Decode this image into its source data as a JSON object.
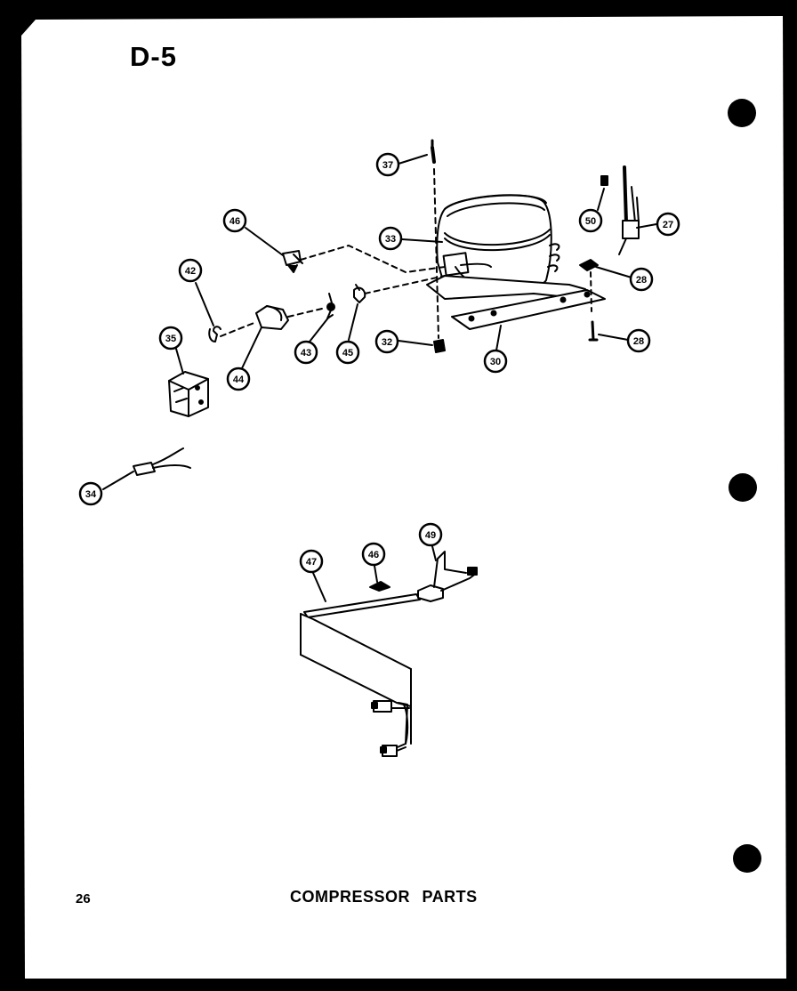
{
  "page": {
    "code": "D-5",
    "number": "26",
    "title": "COMPRESSOR PARTS"
  },
  "callouts": {
    "c37": "37",
    "c33": "33",
    "c46a": "46",
    "c42": "42",
    "c35": "35",
    "c44": "44",
    "c43": "43",
    "c45": "45",
    "c32": "32",
    "c30": "30",
    "c50": "50",
    "c27": "27",
    "c28a": "28",
    "c28b": "28",
    "c34": "34",
    "c47": "47",
    "c46b": "46",
    "c49": "49"
  },
  "colors": {
    "ink": "#000000",
    "paper": "#ffffff"
  }
}
